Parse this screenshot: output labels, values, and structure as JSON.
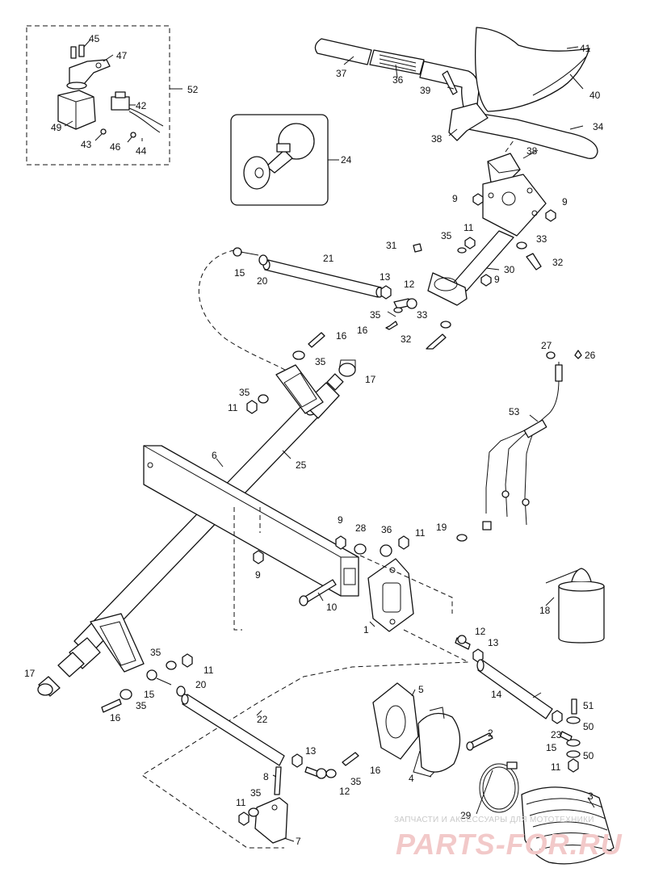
{
  "watermark": {
    "caption": "ЗАПЧАСТИ И АКСЕССУАРЫ ДЛЯ МОТОТЕХНИКИ",
    "brand": "PARTS-FOR.RU"
  },
  "labels": {
    "l1": "1",
    "l2": "2",
    "l3": "3",
    "l4": "4",
    "l5": "5",
    "l6": "6",
    "l7": "7",
    "l8": "8",
    "l9a": "9",
    "l9b": "9",
    "l9c": "9",
    "l9d": "9",
    "l9e": "9",
    "l10": "10",
    "l11a": "11",
    "l11b": "11",
    "l11c": "11",
    "l11d": "11",
    "l11e": "11",
    "l12a": "12",
    "l12b": "12",
    "l12c": "12",
    "l13a": "13",
    "l13b": "13",
    "l13c": "13",
    "l14": "14",
    "l15a": "15",
    "l15b": "15",
    "l15c": "15",
    "l16a": "16",
    "l16b": "16",
    "l16c": "16",
    "l16d": "16",
    "l17a": "17",
    "l17b": "17",
    "l18": "18",
    "l19": "19",
    "l20a": "20",
    "l20b": "20",
    "l21": "21",
    "l22": "22",
    "l23": "23",
    "l24": "24",
    "l25": "25",
    "l26": "26",
    "l27": "27",
    "l28": "28",
    "l29": "29",
    "l30": "30",
    "l31": "31",
    "l32a": "32",
    "l32b": "32",
    "l33a": "33",
    "l33b": "33",
    "l34": "34",
    "l35a": "35",
    "l35b": "35",
    "l35c": "35",
    "l35d": "35",
    "l35e": "35",
    "l35f": "35",
    "l35g": "35",
    "l36a": "36",
    "l36b": "36",
    "l37": "37",
    "l38a": "38",
    "l38b": "38",
    "l39": "39",
    "l40": "40",
    "l41": "41",
    "l42": "42",
    "l43": "43",
    "l44": "44",
    "l45": "45",
    "l46": "46",
    "l47": "47",
    "l49": "49",
    "l50a": "50",
    "l50b": "50",
    "l51": "51",
    "l52": "52",
    "l53": "53"
  }
}
